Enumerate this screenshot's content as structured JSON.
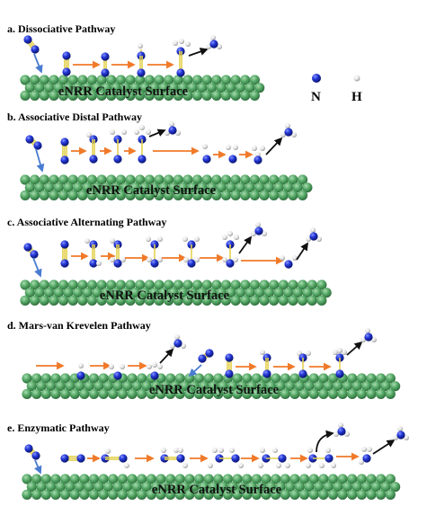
{
  "legend": {
    "n_label": "N",
    "h_label": "H"
  },
  "panels": [
    {
      "title": "a. Dissociative Pathway",
      "surface_label": "eNRR Catalyst Surface"
    },
    {
      "title": "b. Associative Distal Pathway",
      "surface_label": "eNRR Catalyst Surface"
    },
    {
      "title": "c. Associative Alternating Pathway",
      "surface_label": "eNRR Catalyst Surface"
    },
    {
      "title": "d. Mars-van Krevelen Pathway",
      "surface_label": "eNRR Catalyst Surface"
    },
    {
      "title": "e. Enzymatic Pathway",
      "surface_label": "eNRR Catalyst Surface"
    }
  ],
  "colors": {
    "nitrogen": "#1a2fd0",
    "hydrogen": "#ececec",
    "surface": "#4d9a5c",
    "orange_arrow": "#f07a2a",
    "blue_arrow": "#4a7cd0",
    "black_arrow": "#111111",
    "bond": "#e8d860"
  }
}
